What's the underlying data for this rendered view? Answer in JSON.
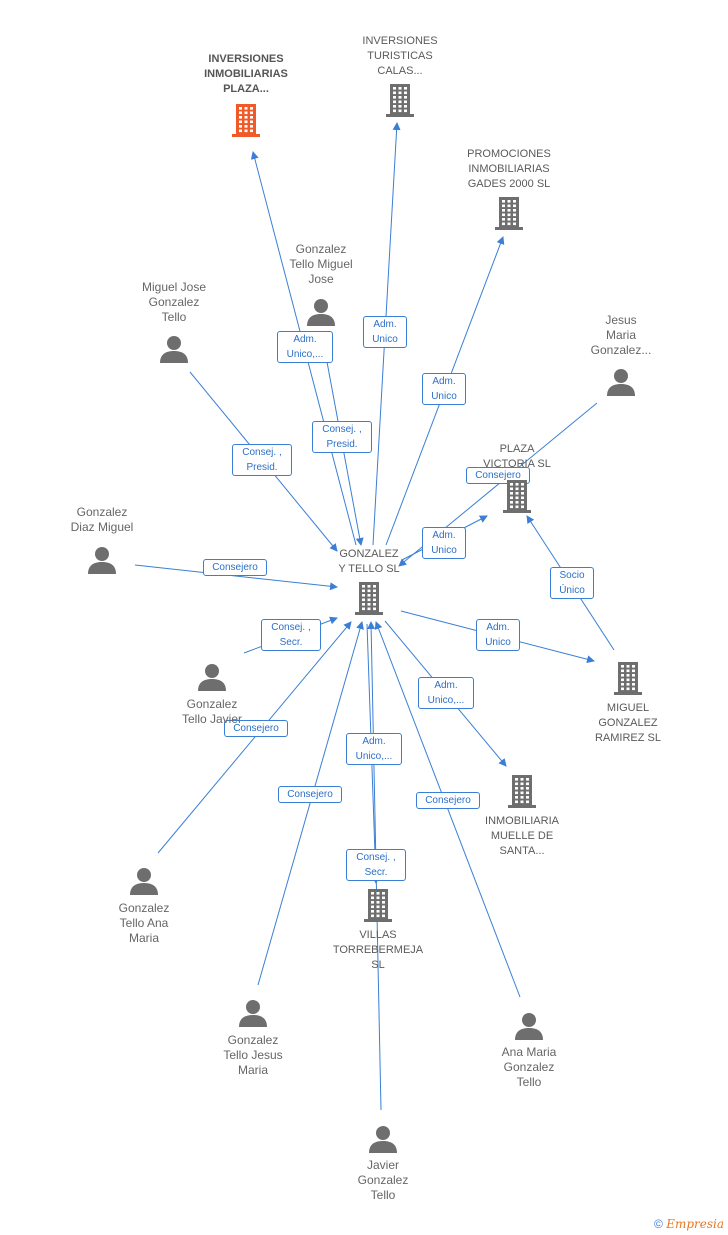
{
  "diagram": {
    "nodes": [
      {
        "id": "inv_plaza",
        "type": "company",
        "highlight": true,
        "label": "INVERSIONES\nINMOBILIARIAS\nPLAZA..."
      },
      {
        "id": "inv_calas",
        "type": "company",
        "label": "INVERSIONES\nTURISTICAS\nCALAS..."
      },
      {
        "id": "promociones",
        "type": "company",
        "label": "PROMOCIONES\nINMOBILIARIAS\nGADES 2000 SL"
      },
      {
        "id": "gtm_jose",
        "type": "person",
        "label": "Gonzalez\nTello Miguel\nJose"
      },
      {
        "id": "mj_gonzalez",
        "type": "person",
        "label": "Miguel Jose\nGonzalez\nTello"
      },
      {
        "id": "jesus_maria",
        "type": "person",
        "label": "Jesus\nMaria\nGonzalez..."
      },
      {
        "id": "plaza_victoria",
        "type": "company",
        "label": "PLAZA\nVICTORIA SL"
      },
      {
        "id": "gd_miguel",
        "type": "person",
        "label": "Gonzalez\nDiaz Miguel"
      },
      {
        "id": "gonzalez_tello",
        "type": "company",
        "label": "GONZALEZ\nY TELLO SL"
      },
      {
        "id": "gt_javier",
        "type": "person",
        "label": "Gonzalez\nTello Javier"
      },
      {
        "id": "miguel_gr",
        "type": "company",
        "label": "MIGUEL\nGONZALEZ\nRAMIREZ SL"
      },
      {
        "id": "inm_muelle",
        "type": "company",
        "label": "INMOBILIARIA\nMUELLE DE\nSANTA..."
      },
      {
        "id": "gt_ana",
        "type": "person",
        "label": "Gonzalez\nTello Ana\nMaria"
      },
      {
        "id": "villas",
        "type": "company",
        "label": "VILLAS\nTORREBERMEJA\nSL"
      },
      {
        "id": "gt_jesus",
        "type": "person",
        "label": "Gonzalez\nTello Jesus\nMaria"
      },
      {
        "id": "ana_maria",
        "type": "person",
        "label": "Ana Maria\nGonzalez\nTello"
      },
      {
        "id": "javier_gt",
        "type": "person",
        "label": "Javier\nGonzalez\nTello"
      }
    ],
    "edges": [
      {
        "from": "gonzalez_tello",
        "to": "inv_plaza",
        "label": "Adm.\nUnico,..."
      },
      {
        "from": "gonzalez_tello",
        "to": "inv_calas",
        "label": "Adm.\nUnico"
      },
      {
        "from": "gonzalez_tello",
        "to": "promociones",
        "label": "Adm.\nUnico"
      },
      {
        "from": "gtm_jose",
        "to": "gonzalez_tello",
        "label": "Consej. ,\nPresid."
      },
      {
        "from": "mj_gonzalez",
        "to": "gonzalez_tello",
        "label": "Consej. ,\nPresid."
      },
      {
        "from": "jesus_maria",
        "to": "gonzalez_tello",
        "label": "Consejero"
      },
      {
        "from": "gonzalez_tello",
        "to": "plaza_victoria",
        "label": "Adm.\nUnico"
      },
      {
        "from": "gd_miguel",
        "to": "gonzalez_tello",
        "label": "Consejero"
      },
      {
        "from": "gt_javier",
        "to": "gonzalez_tello",
        "label": "Consej. ,\nSecr."
      },
      {
        "from": "gonzalez_tello",
        "to": "miguel_gr",
        "label": "Adm.\nUnico"
      },
      {
        "from": "miguel_gr",
        "to": "plaza_victoria",
        "label": "Socio\nÚnico"
      },
      {
        "from": "gonzalez_tello",
        "to": "inm_muelle",
        "label": "Adm.\nUnico,..."
      },
      {
        "from": "gt_ana",
        "to": "gonzalez_tello",
        "label": "Consejero"
      },
      {
        "from": "gonzalez_tello",
        "to": "villas",
        "label": "Adm.\nUnico,..."
      },
      {
        "from": "gt_jesus",
        "to": "gonzalez_tello",
        "label": "Consejero"
      },
      {
        "from": "ana_maria",
        "to": "gonzalez_tello",
        "label": "Consejero"
      },
      {
        "from": "javier_gt",
        "to": "gonzalez_tello",
        "label": "Consej. ,\nSecr."
      }
    ]
  },
  "colors": {
    "edge": "#3a7fd5",
    "company_icon": "#6e6e6e",
    "highlight_icon": "#f05a28",
    "person_icon": "#6e6e6e"
  },
  "footer": {
    "copyright_symbol": "©",
    "brand": "Empresia"
  }
}
